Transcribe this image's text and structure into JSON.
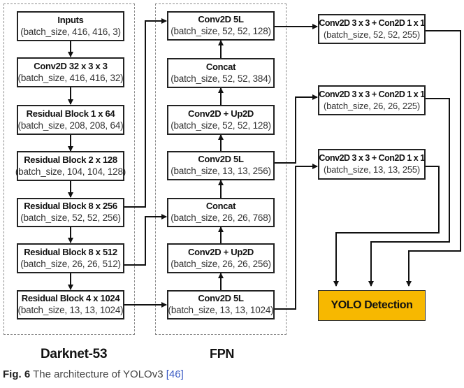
{
  "diagram": {
    "groups": {
      "darknet": {
        "label": "Darknet-53"
      },
      "fpn": {
        "label": "FPN"
      }
    },
    "darknet_nodes": [
      {
        "title": "Inputs",
        "shape": "(batch_size, 416, 416, 3)"
      },
      {
        "title": "Conv2D 32 x 3 x 3",
        "shape": "(batch_size, 416, 416, 32)"
      },
      {
        "title": "Residual Block 1 x 64",
        "shape": "(batch_size, 208, 208, 64)"
      },
      {
        "title": "Residual Block 2 x 128",
        "shape": "(batch_size, 104, 104, 128)"
      },
      {
        "title": "Residual Block 8 x 256",
        "shape": "(batch_size, 52, 52, 256)"
      },
      {
        "title": "Residual Block 8 x 512",
        "shape": "(batch_size, 26, 26, 512)"
      },
      {
        "title": "Residual Block 4 x 1024",
        "shape": "(batch_size, 13, 13, 1024)"
      }
    ],
    "fpn_nodes": [
      {
        "title": "Conv2D 5L",
        "shape": "(batch_size, 52, 52, 128)"
      },
      {
        "title": "Concat",
        "shape": "(batch_size, 52, 52, 384)"
      },
      {
        "title": "Conv2D + Up2D",
        "shape": "(batch_size, 52, 52, 128)"
      },
      {
        "title": "Conv2D 5L",
        "shape": "(batch_size, 13, 13, 256)"
      },
      {
        "title": "Concat",
        "shape": "(batch_size, 26, 26, 768)"
      },
      {
        "title": "Conv2D + Up2D",
        "shape": "(batch_size, 26, 26, 256)"
      },
      {
        "title": "Conv2D 5L",
        "shape": "(batch_size, 13, 13, 1024)"
      }
    ],
    "head_nodes": [
      {
        "title": "Conv2D 3 x 3 + Con2D 1 x 1",
        "shape": "(batch_size, 52, 52, 255)"
      },
      {
        "title": "Conv2D 3 x 3 + Con2D 1 x 1",
        "shape": "(batch_size, 26, 26, 225)"
      },
      {
        "title": "Conv2D 3 x 3 + Con2D 1 x 1",
        "shape": "(batch_size, 13, 13, 255)"
      }
    ],
    "output_node": {
      "title": "YOLO Detection",
      "color": "#f7b800"
    }
  },
  "caption": {
    "fig_label": "Fig. 6",
    "text": "The architecture of YOLOv3 ",
    "ref": "[46]"
  }
}
